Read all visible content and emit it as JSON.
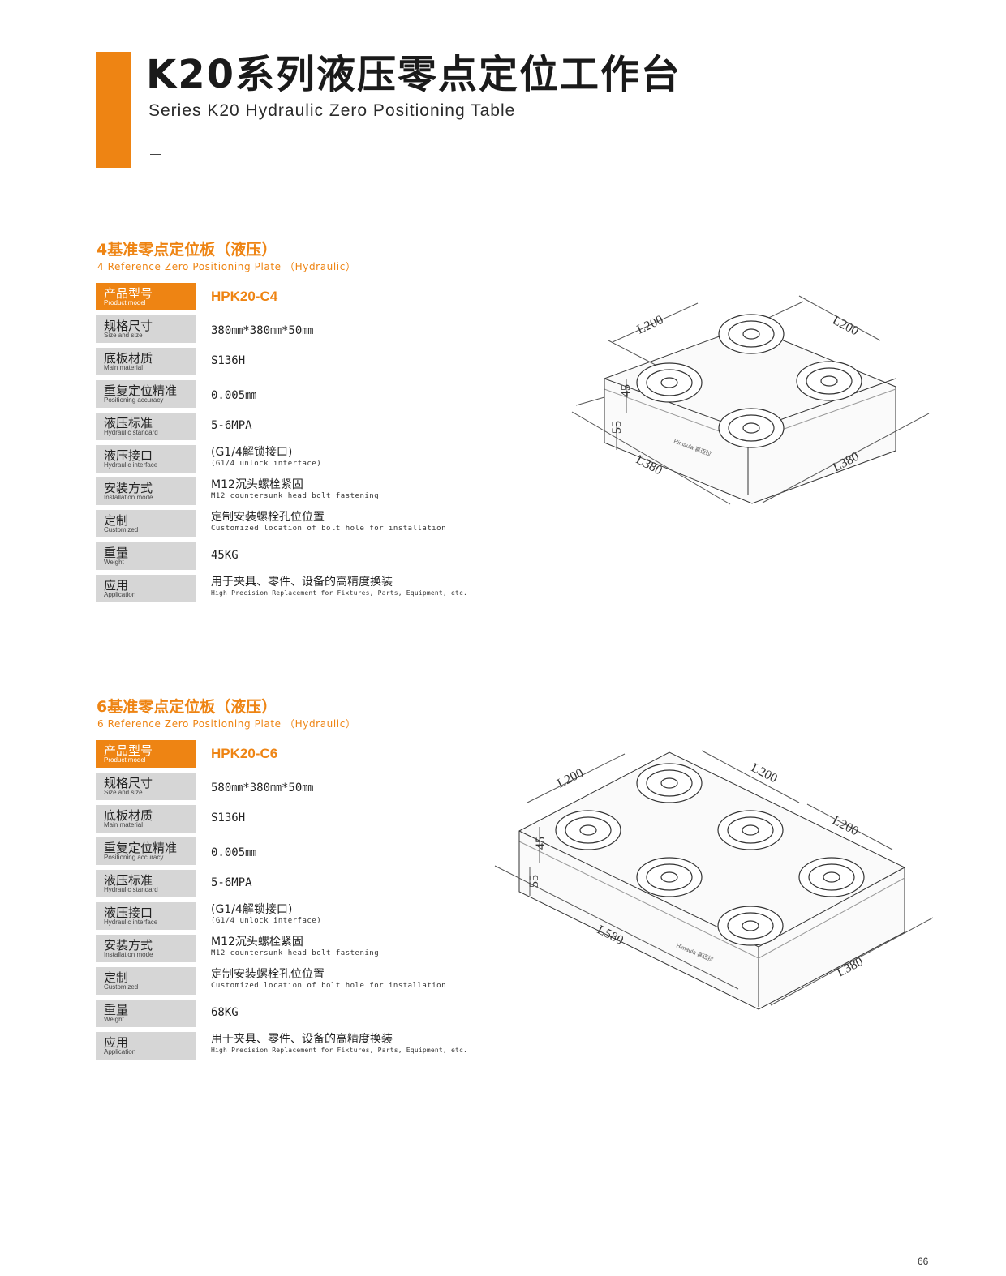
{
  "header": {
    "title": "K20系列液压零点定位工作台",
    "subtitle": "Series K20 Hydraulic Zero Positioning Table"
  },
  "sections": [
    {
      "title_cn": "4基准零点定位板（液压）",
      "title_en": "4 Reference Zero Positioning Plate （Hydraulic）",
      "specs": [
        {
          "label_cn": "产品型号",
          "label_en": "Product model",
          "value": "HPK20-C4"
        },
        {
          "label_cn": "规格尺寸",
          "label_en": "Size and size",
          "value": "380㎜*380㎜*50㎜"
        },
        {
          "label_cn": "底板材质",
          "label_en": "Main material",
          "value": "S136H"
        },
        {
          "label_cn": "重复定位精准",
          "label_en": "Positioning accuracy",
          "value": "0.005㎜"
        },
        {
          "label_cn": "液压标准",
          "label_en": "Hydraulic standard",
          "value": "5-6MPA"
        },
        {
          "label_cn": "液压接口",
          "label_en": "Hydraulic interface",
          "value_cn": "(G1/4解锁接口)",
          "value_en": "(G1/4 unlock interface)"
        },
        {
          "label_cn": "安装方式",
          "label_en": "Installation mode",
          "value_cn": "M12沉头螺栓紧固",
          "value_en": "M12 countersunk head bolt fastening"
        },
        {
          "label_cn": "定制",
          "label_en": "Customized",
          "value_cn": "定制安装螺栓孔位位置",
          "value_en": "Customized location of bolt hole for installation"
        },
        {
          "label_cn": "重量",
          "label_en": "Weight",
          "value": "45KG"
        },
        {
          "label_cn": "应用",
          "label_en": "Application",
          "value_cn": "用于夹具、零件、设备的高精度换装",
          "value_en": "High Precision Replacement for Fixtures, Parts, Equipment, etc."
        }
      ],
      "drawing": {
        "dim_top_left": "L200",
        "dim_top_right": "L200",
        "dim_front_left": "L380",
        "dim_front_right": "L380",
        "dim_height_top": "45",
        "dim_height_bottom": "55",
        "brand_mark": "Himaula 喜迈拉",
        "chuck_count": 4
      }
    },
    {
      "title_cn": "6基准零点定位板（液压）",
      "title_en": "6 Reference Zero Positioning Plate （Hydraulic）",
      "specs": [
        {
          "label_cn": "产品型号",
          "label_en": "Product model",
          "value": "HPK20-C6"
        },
        {
          "label_cn": "规格尺寸",
          "label_en": "Size and size",
          "value": "580㎜*380㎜*50㎜"
        },
        {
          "label_cn": "底板材质",
          "label_en": "Main material",
          "value": "S136H"
        },
        {
          "label_cn": "重复定位精准",
          "label_en": "Positioning accuracy",
          "value": "0.005㎜"
        },
        {
          "label_cn": "液压标准",
          "label_en": "Hydraulic standard",
          "value": "5-6MPA"
        },
        {
          "label_cn": "液压接口",
          "label_en": "Hydraulic interface",
          "value_cn": "(G1/4解锁接口)",
          "value_en": "(G1/4 unlock interface)"
        },
        {
          "label_cn": "安装方式",
          "label_en": "Installation mode",
          "value_cn": "M12沉头螺栓紧固",
          "value_en": "M12 countersunk head bolt fastening"
        },
        {
          "label_cn": "定制",
          "label_en": "Customized",
          "value_cn": "定制安装螺栓孔位位置",
          "value_en": "Customized location of bolt hole for installation"
        },
        {
          "label_cn": "重量",
          "label_en": "Weight",
          "value": "68KG"
        },
        {
          "label_cn": "应用",
          "label_en": "Application",
          "value_cn": "用于夹具、零件、设备的高精度换装",
          "value_en": "High Precision Replacement for Fixtures, Parts, Equipment, etc."
        }
      ],
      "drawing": {
        "dim_top_left": "L200",
        "dim_top_right": "L200",
        "dim_right_2": "L200",
        "dim_front_left": "L580",
        "dim_front_right": "L380",
        "dim_height_top": "45",
        "dim_height_bottom": "55",
        "brand_mark": "Himaula 喜迈拉",
        "chuck_count": 6
      }
    }
  ],
  "footer": {
    "page_number": "66"
  },
  "colors": {
    "accent": "#ee8413",
    "label_bg": "#d6d6d6"
  }
}
